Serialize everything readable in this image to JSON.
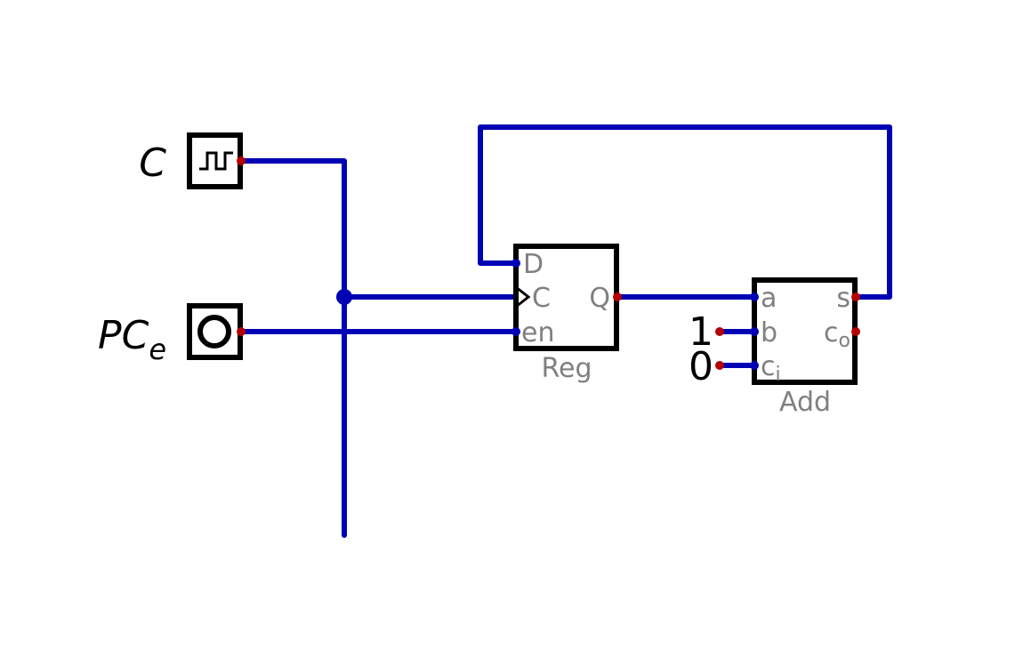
{
  "inputs": {
    "clock": {
      "label": "C"
    },
    "pc_enable": {
      "label_main": "PC",
      "label_sub": "e"
    }
  },
  "register": {
    "name": "Reg",
    "pins": {
      "d": "D",
      "clk": "C",
      "en": "en",
      "q": "Q"
    }
  },
  "adder": {
    "name": "Add",
    "pins": {
      "a": "a",
      "b": "b",
      "ci_main": "c",
      "ci_sub": "i",
      "s": "s",
      "co_main": "c",
      "co_sub": "o"
    }
  },
  "constants": {
    "b_value": "1",
    "ci_value": "0"
  },
  "colors": {
    "wire": "#0000b4",
    "pin": "#b40000",
    "outline": "#000000",
    "label": "#808080"
  }
}
